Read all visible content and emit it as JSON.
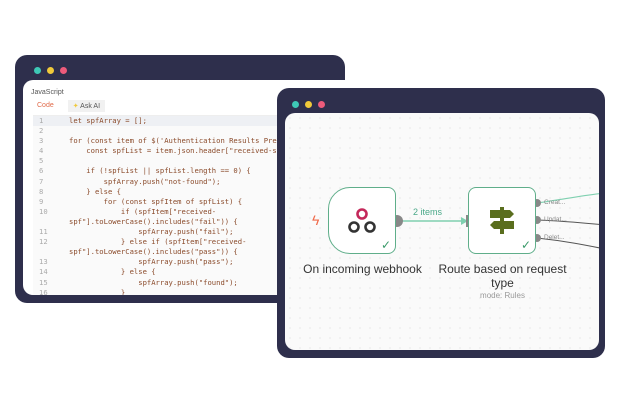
{
  "code_window": {
    "language": "JavaScript",
    "tabs": [
      "Code",
      "Ask AI"
    ],
    "lines": [
      {
        "n": "1",
        "t": "let spfArray = [];"
      },
      {
        "n": "2",
        "t": ""
      },
      {
        "n": "3",
        "t": "for (const item of $('Authentication Results Pres"
      },
      {
        "n": "4",
        "t": "    const spfList = item.json.header[\"received-sp"
      },
      {
        "n": "5",
        "t": ""
      },
      {
        "n": "6",
        "t": "    if (!spfList || spfList.length == 0) {"
      },
      {
        "n": "7",
        "t": "        spfArray.push(\"not-found\");"
      },
      {
        "n": "8",
        "t": "    } else {"
      },
      {
        "n": "9",
        "t": "        for (const spfItem of spfList) {"
      },
      {
        "n": "10",
        "t": "            if (spfItem[\"received-"
      },
      {
        "n": "",
        "t": "spf\"].toLowerCase().includes(\"fail\")) {"
      },
      {
        "n": "11",
        "t": "                spfArray.push(\"fail\");"
      },
      {
        "n": "12",
        "t": "            } else if (spfItem[\"received-"
      },
      {
        "n": "",
        "t": "spf\"].toLowerCase().includes(\"pass\")) {"
      },
      {
        "n": "13",
        "t": "                spfArray.push(\"pass\");"
      },
      {
        "n": "14",
        "t": "            } else {"
      },
      {
        "n": "15",
        "t": "                spfArray.push(\"found\");"
      },
      {
        "n": "16",
        "t": "            }"
      }
    ]
  },
  "workflow": {
    "nodes": [
      {
        "label": "On incoming webhook",
        "icon": "webhook-icon"
      },
      {
        "label": "Route based on request type",
        "sub": "mode: Rules",
        "icon": "signpost-icon"
      }
    ],
    "connection_label": "2 items",
    "outputs": [
      "Creat...",
      "Updat...",
      "Delet..."
    ]
  },
  "colors": {
    "frame": "#2e2f4c",
    "node_border": "#5fae8a",
    "accent": "#e06a4a"
  }
}
